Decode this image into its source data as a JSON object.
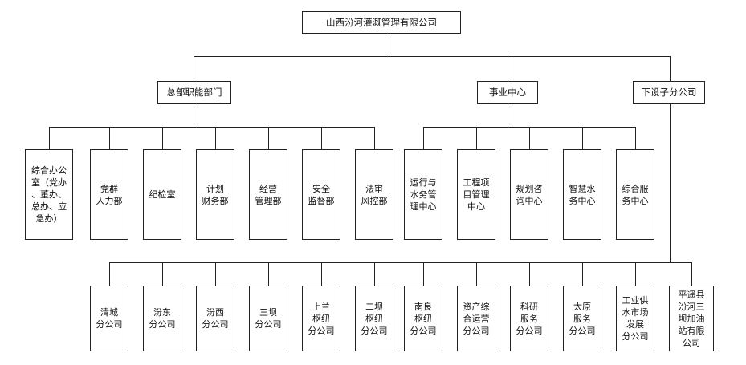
{
  "root": {
    "label": "山西汾河灌溉管理有限公司"
  },
  "groups": [
    {
      "label": "总部职能部门",
      "children": [
        "综合办公\n室（党办\n、董办、\n总办、应\n急办）",
        "党群\n人力部",
        "纪检室",
        "计划\n财务部",
        "经营\n管理部",
        "安全\n监督部",
        "法审\n风控部"
      ]
    },
    {
      "label": "事业中心",
      "children": [
        "运行与\n水务管\n理中心",
        "工程项\n目管理\n中心",
        "规划咨\n询中心",
        "智慧水\n务中心",
        "综合服\n务中心"
      ]
    },
    {
      "label": "下设子分公司",
      "children": []
    }
  ],
  "subsidiaries": [
    "清城\n分公司",
    "汾东\n分公司",
    "汾西\n分公司",
    "三坝\n分公司",
    "上兰\n枢纽\n分公司",
    "二坝\n枢纽\n分公司",
    "南良\n枢纽\n分公司",
    "资产综\n合运营\n分公司",
    "科研\n服务\n分公司",
    "太原\n服务\n分公司",
    "工业供\n水市场\n发展\n分公司",
    "平遥县\n汾河三\n坝加油\n站有限\n公司"
  ]
}
